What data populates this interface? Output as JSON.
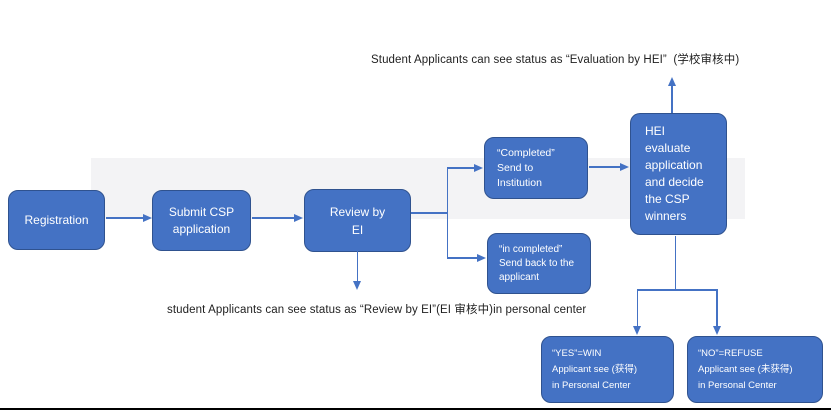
{
  "diagram": {
    "notes": {
      "top": "Student Applicants can see status as “Evaluation by HEI”  (学校审核中)",
      "bottom": "student Applicants can see status as “Review by EI”(EI 审核中)in personal center"
    },
    "nodes": {
      "registration": {
        "label": "Registration"
      },
      "submit": {
        "label": "Submit CSP\napplication"
      },
      "review": {
        "label": "Review by\nEI"
      },
      "completed": {
        "label": "“Completed”\nSend to\nInstitution"
      },
      "incompleted": {
        "label": "“in completed”\nSend back to the\napplicant"
      },
      "hei": {
        "label": "HEI\nevaluate\napplication\nand decide\nthe CSP\nwinners"
      },
      "yes": {
        "label": "“YES”=WIN\nApplicant see (获得)\nin Personal Center"
      },
      "no": {
        "label": "“NO”=REFUSE\nApplicant see (未获得)\nin Personal Center"
      }
    },
    "colors": {
      "node_fill": "#4472C4",
      "node_border": "#2F528F",
      "connector": "#4472C4",
      "note_text": "#1f1f1f",
      "band": "#f3f3f5",
      "bottom_rule": "#000000"
    }
  }
}
